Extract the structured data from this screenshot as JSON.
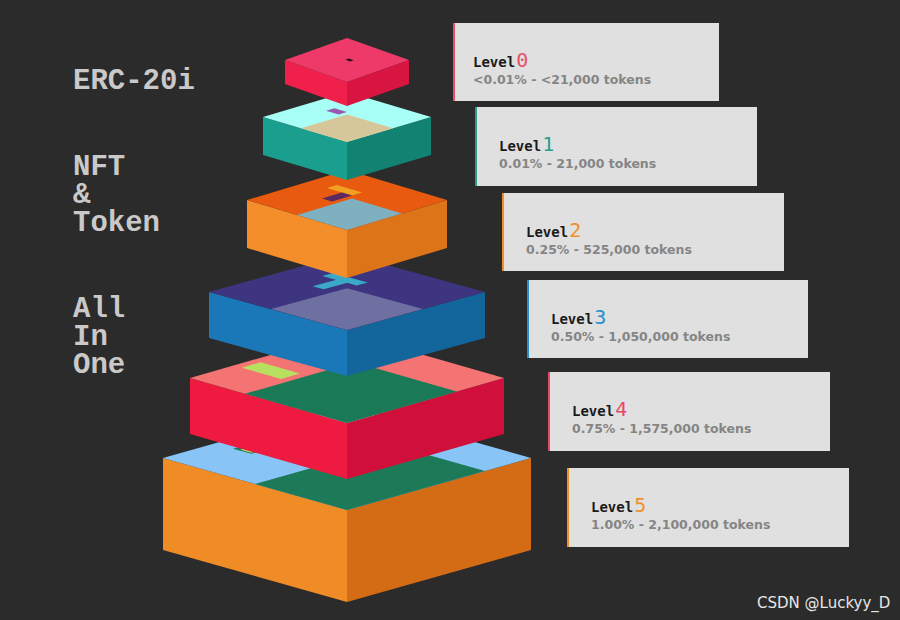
{
  "diagram": {
    "title": "ERC-20i",
    "nodes": [
      {
        "text": [
          "Level",
          "0",
          "<0.01% - <21,000 tokens"
        ]
      },
      {
        "text": [
          "Level",
          "1",
          "0.01% - 21,000 tokens"
        ]
      },
      {
        "text": [
          "Level",
          "2",
          "0.25% - 525,000 tokens"
        ]
      },
      {
        "text": [
          "Level",
          "3",
          "0.50% - 1,050,000 tokens"
        ]
      },
      {
        "text": [
          "Level",
          "4",
          "0.75% - 1,575,000 tokens"
        ]
      },
      {
        "text": [
          "Level",
          "5",
          "1.00% - 2,100,000 tokens"
        ]
      }
    ],
    "labels": [
      "NFT & Token",
      "All In One",
      "CSDN @Luckyy_D"
    ]
  }
}
